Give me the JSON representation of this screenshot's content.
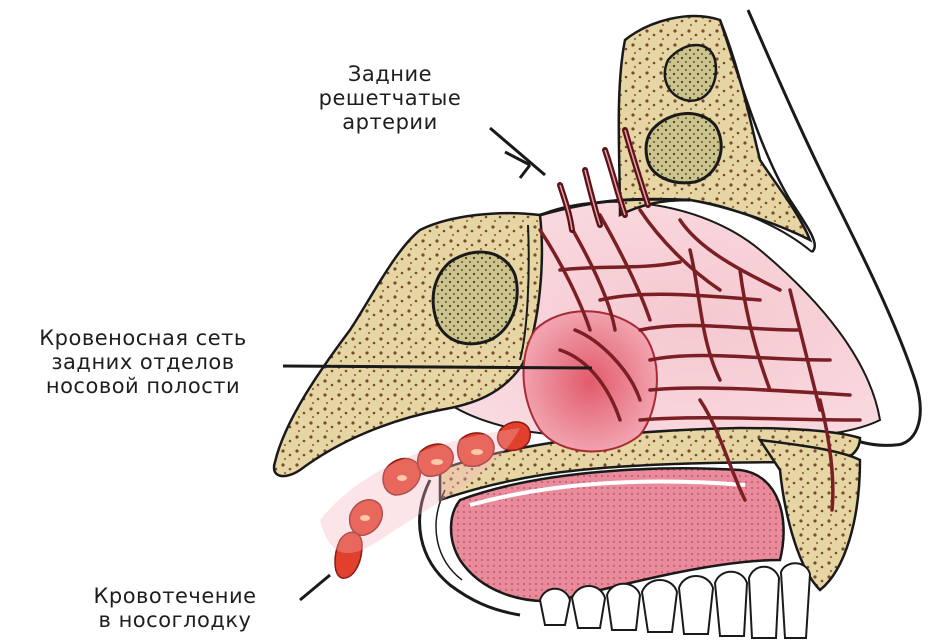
{
  "labels": {
    "posterior_ethmoid_arteries": [
      "Задние",
      "решетчатые",
      "артерии"
    ],
    "posterior_vascular_network": [
      "Кровеносная сеть",
      "задних отделов",
      "носовой полости"
    ],
    "nasopharynx_bleeding": [
      "Кровотечение",
      "в носоглодку"
    ]
  },
  "colors": {
    "bone": "#e6d6a4",
    "bone_speckle": "#7a4a30",
    "sinus_cavity": "#c9c08a",
    "mucosa": "#f3c3cc",
    "vessel": "#7a1f24",
    "blood": "#e0402c",
    "outline": "#1a1a1a",
    "palate": "#e78a99",
    "teeth": "#ffffff"
  }
}
